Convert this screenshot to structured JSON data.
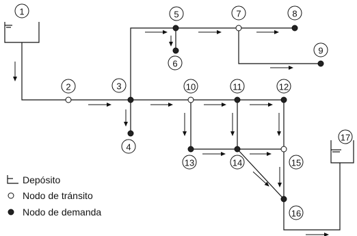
{
  "diagram": {
    "nodes": [
      {
        "id": "1",
        "kind": "reservoir"
      },
      {
        "id": "2",
        "kind": "transit"
      },
      {
        "id": "3",
        "kind": "demand"
      },
      {
        "id": "4",
        "kind": "demand"
      },
      {
        "id": "5",
        "kind": "demand"
      },
      {
        "id": "6",
        "kind": "demand"
      },
      {
        "id": "7",
        "kind": "transit"
      },
      {
        "id": "8",
        "kind": "demand"
      },
      {
        "id": "9",
        "kind": "demand"
      },
      {
        "id": "10",
        "kind": "transit"
      },
      {
        "id": "11",
        "kind": "demand"
      },
      {
        "id": "12",
        "kind": "demand"
      },
      {
        "id": "13",
        "kind": "demand"
      },
      {
        "id": "14",
        "kind": "demand"
      },
      {
        "id": "15",
        "kind": "transit"
      },
      {
        "id": "16",
        "kind": "demand"
      },
      {
        "id": "17",
        "kind": "reservoir"
      }
    ],
    "legend": [
      {
        "symbol": "reservoir",
        "label": "Depósito"
      },
      {
        "symbol": "transit",
        "label": "Nodo de tránsito"
      },
      {
        "symbol": "demand",
        "label": "Nodo de demanda"
      }
    ],
    "colors": {
      "line": "#111111",
      "demand_fill": "#222222",
      "transit_fill": "#ffffff"
    }
  }
}
